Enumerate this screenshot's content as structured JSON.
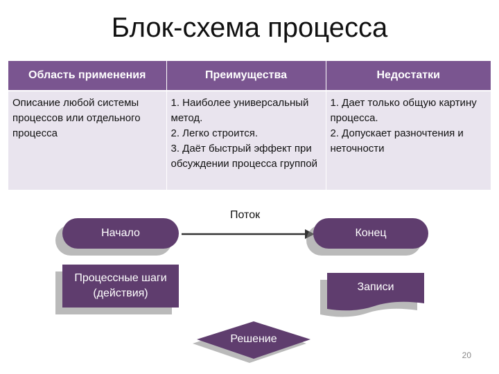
{
  "slide": {
    "title": "Блок-схема процесса",
    "page_number": "20"
  },
  "table": {
    "headers": [
      "Область применения",
      "Преимущества",
      "Недостатки"
    ],
    "col1_lines": [
      "Описание любой системы процессов или отдельного процесса"
    ],
    "col2_lines": [
      "1. Наиболее универсальный метод.",
      "2. Легко строится.",
      "3. Даёт быстрый эффект при обсуждении процесса группой"
    ],
    "col3_lines": [
      "1. Дает только общую картину процесса.",
      "2. Допускает разночтения и неточности"
    ]
  },
  "diagram": {
    "start_label": "Начало",
    "end_label": "Конец",
    "flow_label": "Поток",
    "steps_label": "Процессные шаги (действия)",
    "records_label": "Записи",
    "decision_label": "Решение"
  },
  "colors": {
    "header_bg": "#7a5590",
    "cell_bg": "#e9e4ee",
    "shape_fill": "#5f3d6e"
  }
}
